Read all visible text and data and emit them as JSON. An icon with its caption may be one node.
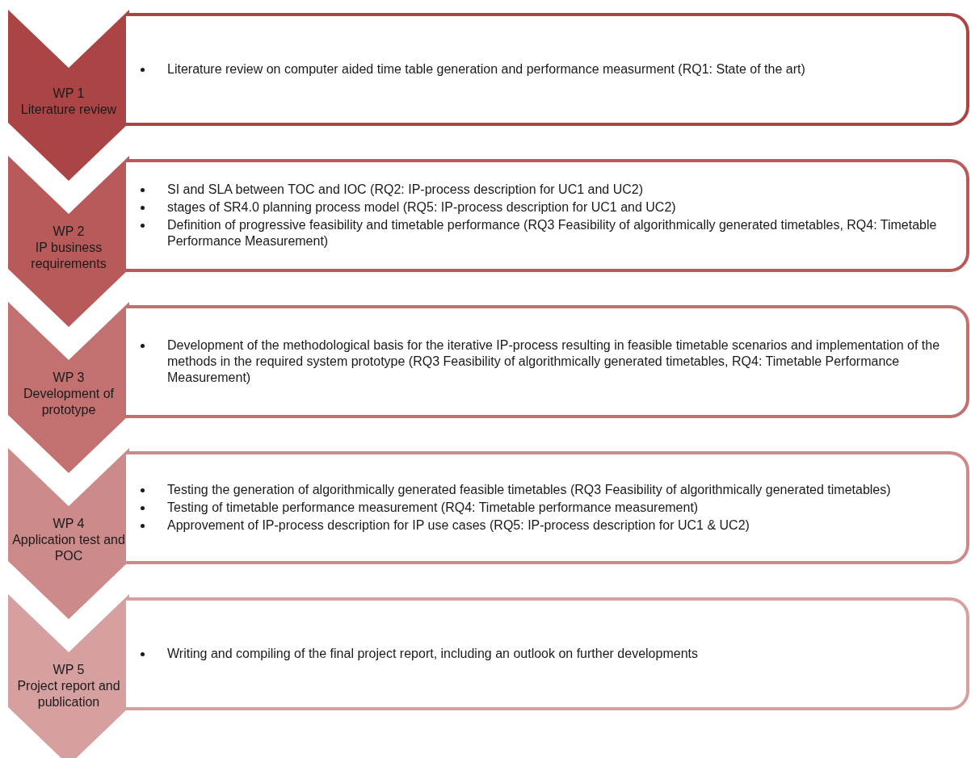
{
  "diagram": {
    "nodes": [
      {
        "text": [
          "WP 1",
          "Literature review"
        ]
      },
      {
        "text": [
          "Literature review on computer aided time table generation and performance measurment (RQ1: State of the art)"
        ]
      },
      {
        "text": [
          "WP 2",
          "IP business requirements"
        ]
      },
      {
        "text": [
          "SI and SLA between TOC and IOC (RQ2: IP-process description for UC1 and UC2)",
          "stages of SR4.0 planning process model (RQ5: IP-process description for UC1 and UC2)",
          "Definition of progressive feasibility and timetable performance (RQ3 Feasibility of algorithmically generated timetables, RQ4: Timetable Performance Measurement)"
        ]
      },
      {
        "text": [
          "WP 3",
          "Development of prototype"
        ]
      },
      {
        "text": [
          "Development of the methodological basis for the iterative IP-process resulting in feasible timetable scenarios and implementation of the methods in the required system prototype (RQ3 Feasibility of algorithmically generated timetables, RQ4: Timetable Performance Measurement)"
        ]
      },
      {
        "text": [
          "WP 4",
          "Application test and POC"
        ]
      },
      {
        "text": [
          "Testing the generation of algorithmically generated feasible timetables (RQ3 Feasibility of algorithmically generated timetables)",
          "Testing of timetable performance measurement (RQ4: Timetable performance measurement)",
          "Approvement of IP-process description for IP use cases (RQ5: IP-process description for UC1 & UC2)"
        ]
      },
      {
        "text": [
          "WP 5",
          "Project report and publication"
        ]
      },
      {
        "text": [
          "Writing and compiling of the final project report, including an outlook on further developments"
        ]
      }
    ]
  }
}
